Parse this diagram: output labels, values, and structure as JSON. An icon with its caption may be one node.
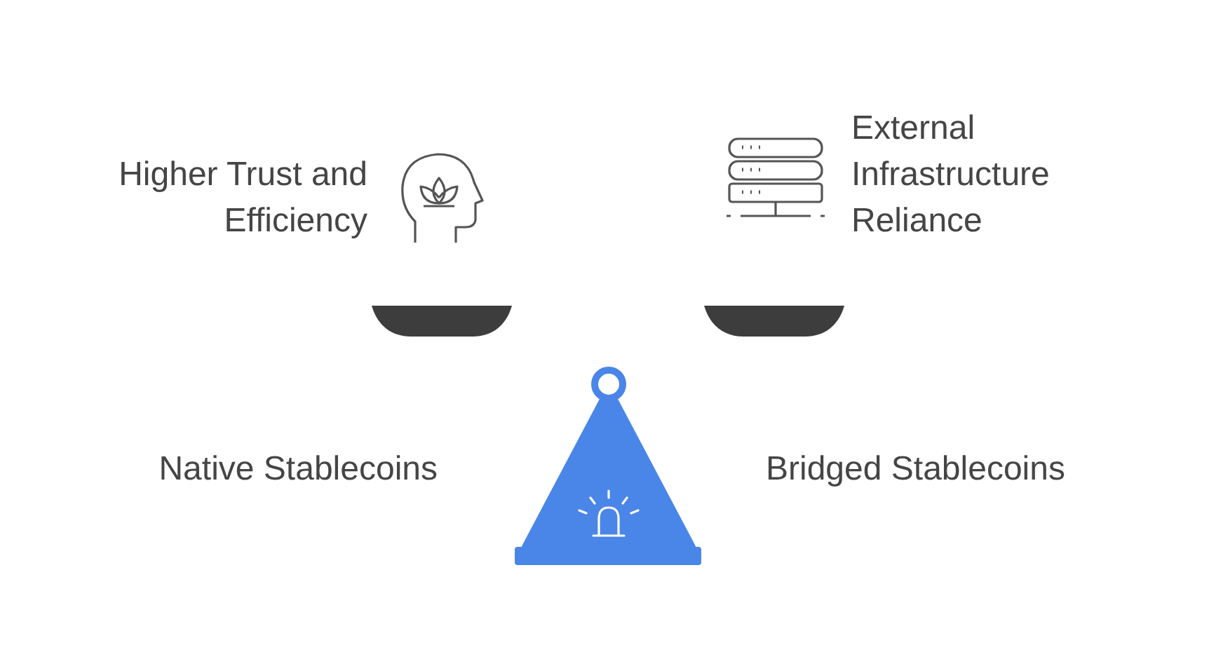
{
  "diagram": {
    "labels": [
      "Higher Trust and Efficiency",
      "External Infrastructure Reliance",
      "Native Stablecoins",
      "Bridged Stablecoins"
    ]
  }
}
